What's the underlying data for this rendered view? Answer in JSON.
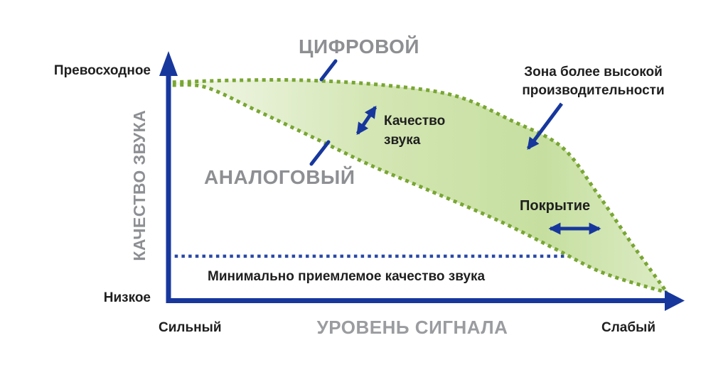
{
  "labels": {
    "y_axis_title": "КАЧЕСТВО ЗВУКА",
    "y_top": "Превосходное",
    "y_bottom": "Низкое",
    "x_axis_title": "УРОВЕНЬ СИГНАЛА",
    "x_left": "Сильный",
    "x_right": "Слабый",
    "digital": "ЦИФРОВОЙ",
    "analog": "АНАЛОГОВЫЙ",
    "sound_quality": "Качество\nзвука",
    "high_performance_zone": "Зона более высокой\nпроизводительности",
    "coverage": "Покрытие",
    "min_quality": "Минимально приемлемое качество звука"
  },
  "colors": {
    "accent_blue": "#17379d",
    "dotted_blue": "#2a49a6",
    "curve_green": "#79a634",
    "band_start": "#f4f8ed",
    "band_mid": "#d4e6b4",
    "band_deep": "#c6dfa0",
    "band_end": "#dcebc4",
    "gray_title": "#8d8f92",
    "gray_axis_title": "#9a9c9f",
    "black_text": "#1f1f1f"
  },
  "chart_data": {
    "type": "line",
    "title": "",
    "xlabel": "УРОВЕНЬ СИГНАЛА",
    "ylabel": "КАЧЕСТВО ЗВУКА",
    "x_axis_endpoints": [
      "Сильный",
      "Слабый"
    ],
    "y_axis_endpoints": [
      "Низкое",
      "Превосходное"
    ],
    "xlim": [
      0,
      1
    ],
    "ylim": [
      0,
      1
    ],
    "grid": false,
    "legend_position": "inline-labels",
    "style": "dotted curves with green gradient band filled between them",
    "series": [
      {
        "name": "ЦИФРОВОЙ",
        "points": [
          [
            0.008,
            0.909
          ],
          [
            0.129,
            0.917
          ],
          [
            0.267,
            0.917
          ],
          [
            0.419,
            0.897
          ],
          [
            0.557,
            0.853
          ],
          [
            0.668,
            0.749
          ],
          [
            0.765,
            0.64
          ],
          [
            0.834,
            0.448
          ],
          [
            0.903,
            0.233
          ],
          [
            0.97,
            0.035
          ]
        ]
      },
      {
        "name": "АНАЛОГОВЫЙ",
        "points": [
          [
            0.008,
            0.897
          ],
          [
            0.073,
            0.888
          ],
          [
            0.17,
            0.793
          ],
          [
            0.285,
            0.676
          ],
          [
            0.391,
            0.566
          ],
          [
            0.487,
            0.478
          ],
          [
            0.64,
            0.336
          ],
          [
            0.751,
            0.218
          ],
          [
            0.848,
            0.115
          ],
          [
            0.97,
            0.035
          ]
        ]
      }
    ],
    "threshold": {
      "label": "Минимально приемлемое качество звука",
      "y": 0.186,
      "x_start": 0.012,
      "x_end": 0.779
    },
    "annotations": [
      {
        "text": "Зона более высокой\nпроизводительности",
        "arrow": "points down-left into the green band"
      },
      {
        "text": "Качество\nзвука",
        "arrow": "diagonal double arrow across band height"
      },
      {
        "text": "Покрытие",
        "arrow": "horizontal double arrow across band width"
      },
      {
        "text": "ЦИФРОВОЙ",
        "arrow": "leader line to upper curve"
      },
      {
        "text": "АНАЛОГОВЫЙ",
        "arrow": "leader line to lower curve"
      }
    ]
  }
}
